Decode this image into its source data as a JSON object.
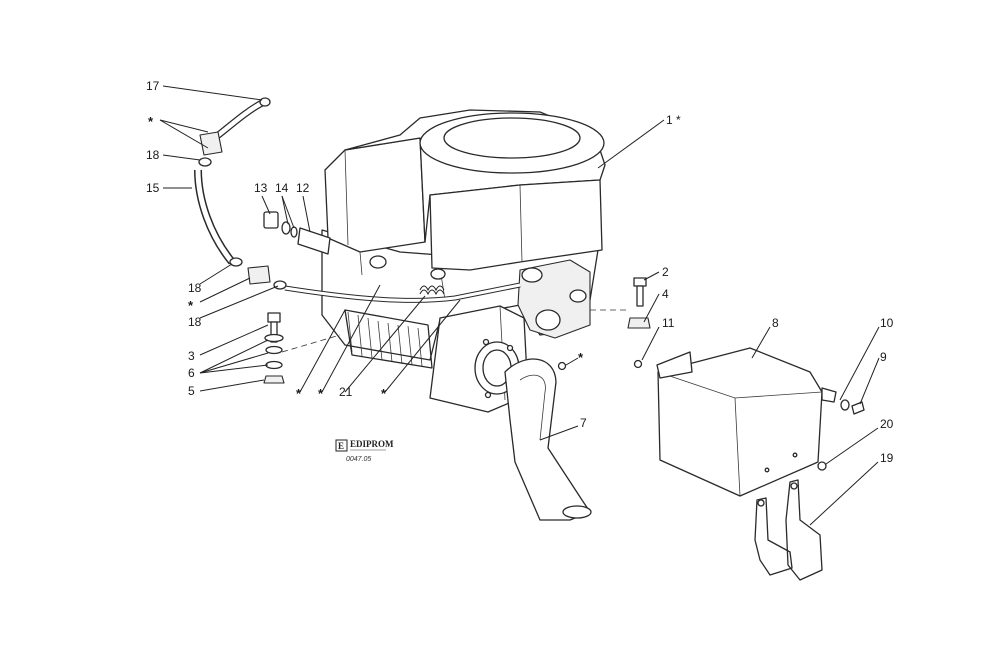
{
  "labels": {
    "n17": "17",
    "star_a": "*",
    "n18a": "18",
    "n15": "15",
    "n18b": "18",
    "star_b": "*",
    "n18c": "18",
    "n3": "3",
    "n6": "6",
    "n5": "5",
    "n13": "13",
    "n14": "14",
    "n12": "12",
    "n1": "1 *",
    "n2": "2",
    "n4": "4",
    "n11": "11",
    "star_c": "*",
    "n8": "8",
    "n10": "10",
    "n9": "9",
    "n20": "20",
    "n19": "19",
    "n7": "7",
    "star_d": "*",
    "star_e": "*",
    "n21": "21",
    "star_f": "*"
  },
  "stamp": {
    "brand": "EDIPROM",
    "code": "0047.05",
    "seal_glyph": "E"
  }
}
